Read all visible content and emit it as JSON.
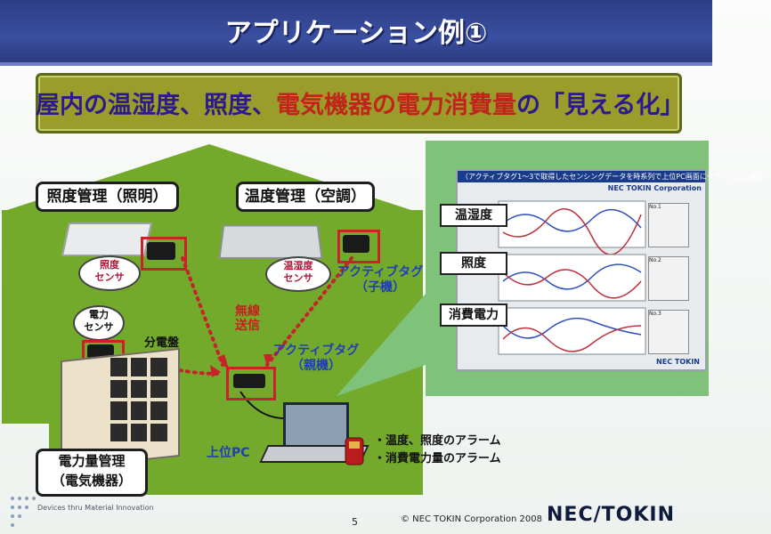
{
  "title": "アプリケーション例①",
  "banner": {
    "part1": "屋内の温湿度、照度、",
    "part2": "電気機器の電力消費量",
    "part3": "の「見える化」"
  },
  "labels": {
    "lighting": "照度管理（照明）",
    "aircon": "温度管理（空調）",
    "power_mgmt_line1": "電力量管理",
    "power_mgmt_line2": "（電気機器）",
    "lux_sensor_line1": "照度",
    "lux_sensor_line2": "センサ",
    "temp_sensor_line1": "温湿度",
    "temp_sensor_line2": "センサ",
    "power_sensor_line1": "電力",
    "power_sensor_line2": "センサ",
    "distribution_board": "分電盤",
    "wireless_line1": "無線",
    "wireless_line2": "送信",
    "active_tag_child_line1": "アクティブタグ",
    "active_tag_child_line2": "（子機）",
    "active_tag_parent_line1": "アクティブタグ",
    "active_tag_parent_line2": "（親機）",
    "host_pc": "上位PC"
  },
  "screen": {
    "header": "（アクティブタグ1～3で取得したセンシングデータを時系列で上位PC画面にグラフ化した様子）",
    "company": "NEC TOKIN Corporation",
    "footer_logo": "NEC TOKIN",
    "panels": [
      {
        "name": "温湿度",
        "id": "No.1"
      },
      {
        "name": "照度",
        "id": "No.2"
      },
      {
        "name": "消費電力",
        "id": "No.3"
      }
    ]
  },
  "alarms": [
    "・温度、照度のアラーム",
    "・消費電力量のアラーム"
  ],
  "footer": {
    "tagline": "Devices thru Material Innovation",
    "page": "5",
    "copyright": "© NEC TOKIN Corporation 2008",
    "logo": "NEC/TOKIN"
  },
  "colors": {
    "title_bar": "#2d3d86",
    "banner": "#9a9d2a",
    "house": "#74aa2c",
    "panel": "#7fc27a",
    "red_accent": "#c8222a",
    "blue_text": "#1f3fb6"
  }
}
